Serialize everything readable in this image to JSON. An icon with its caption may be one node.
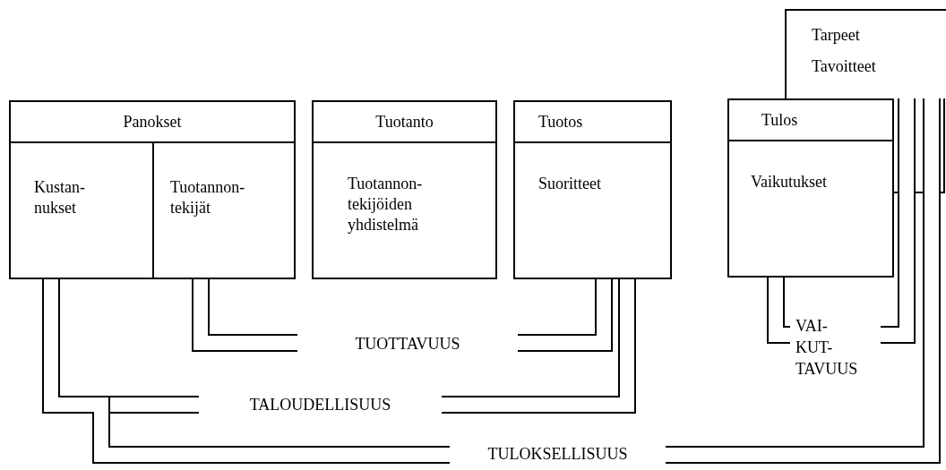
{
  "diagram": {
    "nodes": [
      {
        "text": [
          "Panokset"
        ]
      },
      {
        "text": [
          "Kustan- nukset"
        ],
        "in": 0
      },
      {
        "text": [
          "Tuotannon- tekijät"
        ],
        "in": 0
      },
      {
        "text": [
          "Tuotanto",
          "Tuotannon- tekijöiden yhdistelmä"
        ]
      },
      {
        "text": [
          "Tuotos",
          "Suoritteet"
        ]
      },
      {
        "text": [
          "Tulos",
          "Vaikutukset"
        ]
      },
      {
        "text": [
          "Tarpeet Tavoitteet"
        ]
      },
      {
        "text": [
          "TUOTTAVUUS"
        ]
      },
      {
        "text": [
          "TALOUDELLISUUS"
        ]
      },
      {
        "text": [
          "TULOKSELLISUUS"
        ]
      },
      {
        "text": [
          "VAI- KUT- TAVUUS"
        ]
      }
    ],
    "edges": [
      {
        "from": 2,
        "to": 7,
        "arrow": "none"
      },
      {
        "from": 7,
        "to": 4,
        "arrow": "none"
      },
      {
        "from": 1,
        "to": 8,
        "arrow": "none"
      },
      {
        "from": 8,
        "to": 4,
        "arrow": "none"
      },
      {
        "from": 1,
        "to": 9,
        "arrow": "none"
      },
      {
        "from": 9,
        "to": 6,
        "arrow": "none"
      },
      {
        "from": 5,
        "to": 10,
        "arrow": "none"
      },
      {
        "from": 10,
        "to": 6,
        "arrow": "none"
      },
      {
        "from": 5,
        "to": 6,
        "arrow": "none"
      }
    ]
  }
}
